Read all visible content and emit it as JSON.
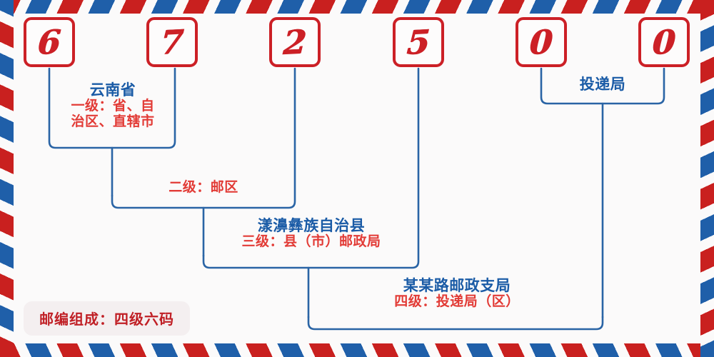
{
  "meta": {
    "colors": {
      "red": "#cc2026",
      "red_text": "#e23b36",
      "blue": "#1a5ba6",
      "line_blue": "#2a64a5",
      "paper": "#fbfafa",
      "pill_bg": "#f4eff0",
      "pill_text": "#c01f25"
    }
  },
  "postcode": {
    "digits": [
      "6",
      "7",
      "2",
      "5",
      "0",
      "0"
    ],
    "full": "672500"
  },
  "brackets": [
    {
      "id": "level-1",
      "title": "云南省",
      "subtitle_lines": [
        "一级：省、自",
        "治区、直辖市"
      ]
    },
    {
      "id": "level-2",
      "title": "",
      "subtitle_lines": [
        "二级：邮区"
      ]
    },
    {
      "id": "level-3",
      "title": "漾濞彝族自治县",
      "subtitle_lines": [
        "三级：县（市）邮政局"
      ]
    },
    {
      "id": "level-4",
      "title": "某某路邮政支局",
      "subtitle_lines": [
        "四级：投递局（区）"
      ]
    },
    {
      "id": "delivery-office",
      "title": "投递局",
      "subtitle_lines": []
    }
  ],
  "footer": {
    "label": "邮编组成：四级六码"
  }
}
